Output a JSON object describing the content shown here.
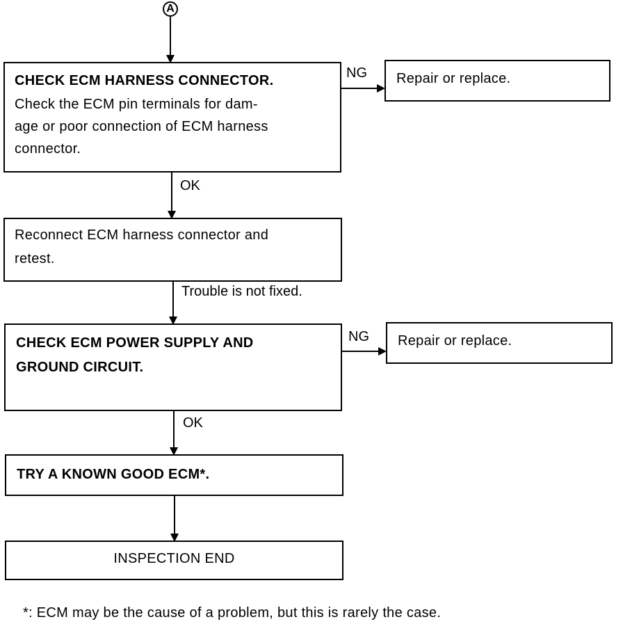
{
  "connector": {
    "label": "A"
  },
  "step1": {
    "title": "CHECK ECM HARNESS CONNECTOR.",
    "lines": [
      "Check the ECM pin terminals for dam-",
      "age or poor connection of ECM harness",
      "connector."
    ]
  },
  "step1_ng": {
    "label": "NG",
    "action": "Repair or replace."
  },
  "step1_ok": "OK",
  "step2": {
    "lines": [
      "Reconnect ECM harness connector and",
      "retest."
    ]
  },
  "step2_result": "Trouble is not fixed.",
  "step3": {
    "lines": [
      "CHECK ECM POWER SUPPLY AND",
      "GROUND CIRCUIT."
    ]
  },
  "step3_ng": {
    "label": "NG",
    "action": "Repair or replace."
  },
  "step3_ok": "OK",
  "step4": {
    "title": "TRY A KNOWN GOOD ECM*."
  },
  "end": {
    "label": "INSPECTION END"
  },
  "footnote": "*: ECM may be the cause of a problem, but this is rarely the case."
}
